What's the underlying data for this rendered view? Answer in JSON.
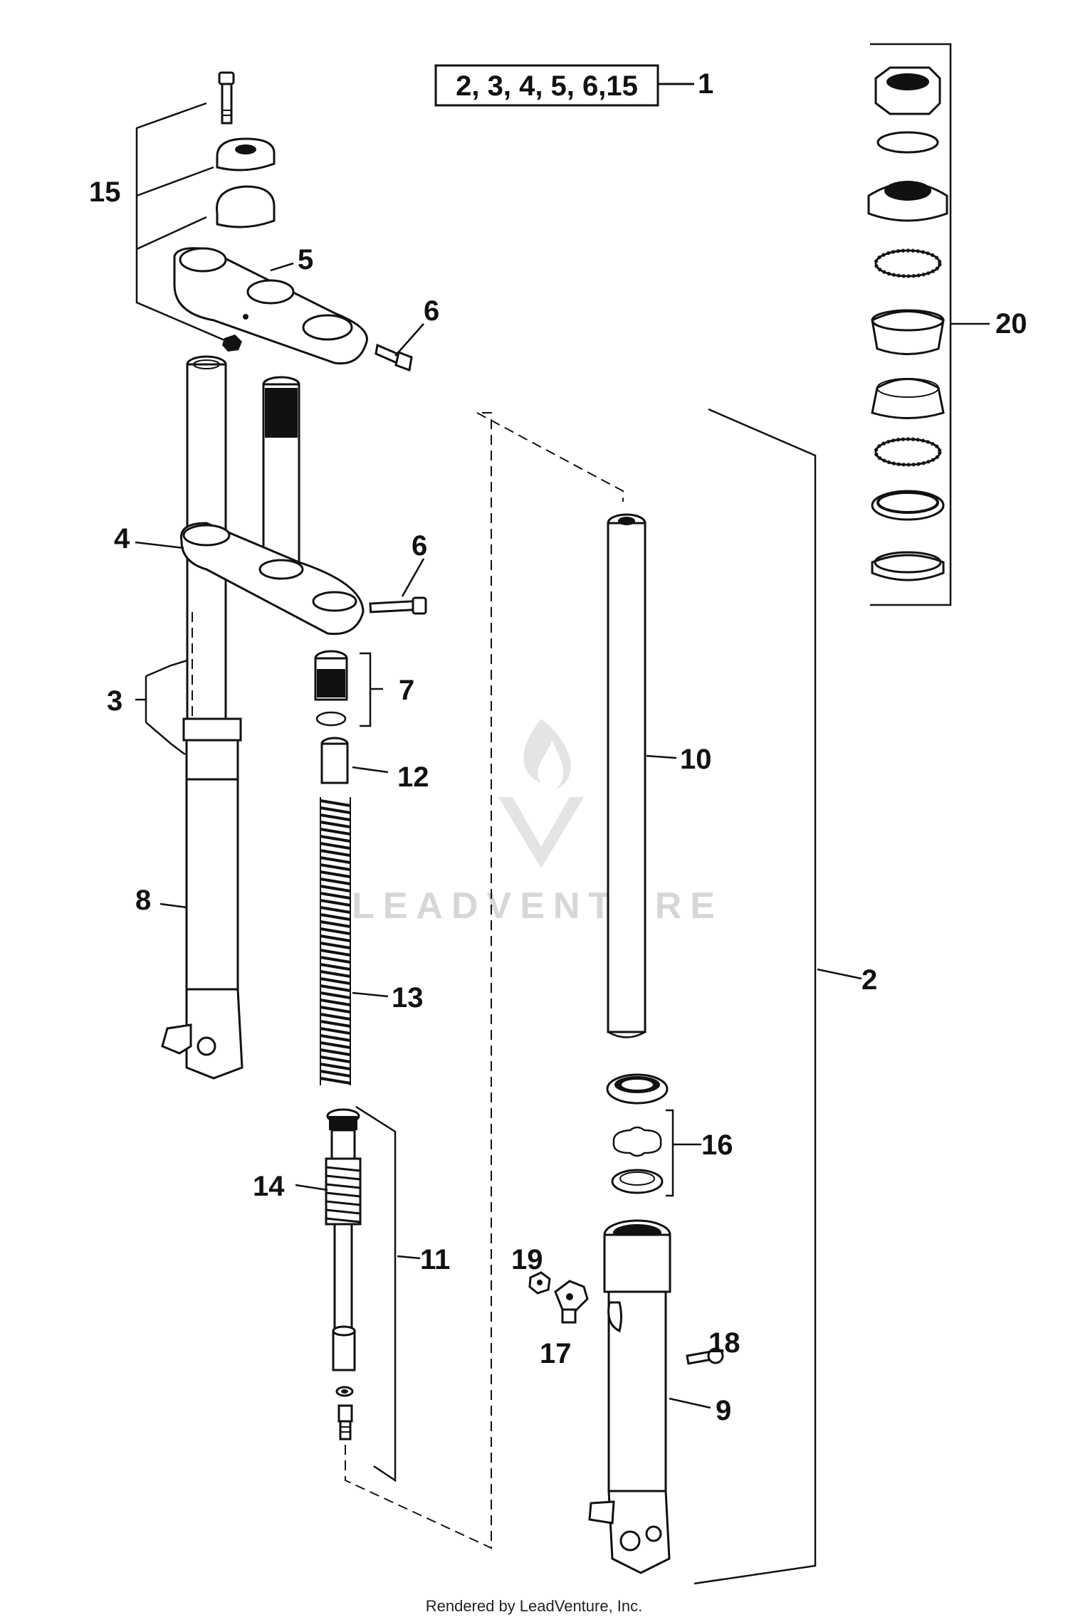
{
  "title_box": {
    "text": "2, 3, 4, 5, 6,15",
    "ref": "1"
  },
  "callouts": {
    "c2": "2",
    "c3": "3",
    "c4": "4",
    "c5": "5",
    "c6a": "6",
    "c6b": "6",
    "c7": "7",
    "c8": "8",
    "c9": "9",
    "c10": "10",
    "c11": "11",
    "c12": "12",
    "c13": "13",
    "c14": "14",
    "c15": "15",
    "c16": "16",
    "c17": "17",
    "c18": "18",
    "c19": "19",
    "c20": "20"
  },
  "watermark": {
    "brand": "LEADVENTURE"
  },
  "footer": {
    "text": "Rendered by LeadVenture, Inc."
  }
}
